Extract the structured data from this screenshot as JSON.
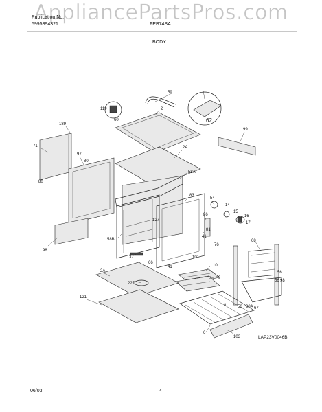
{
  "watermark": "AppliancePartsPros.com",
  "header": {
    "left_line1": "Publication No.",
    "left_line2": "5995394321",
    "right_line1": "FEB74SA",
    "section_title": "BODY"
  },
  "footer": {
    "date": "06/03",
    "page_number": "4",
    "drawing_code": "LAP23V0046B"
  },
  "callouts": {
    "c59": "59",
    "c2": "2",
    "c119": "119",
    "c60": "60",
    "c62": "62",
    "c189": "189",
    "c99": "99",
    "c71": "71",
    "c97": "97",
    "c80a": "80",
    "c80b": "80",
    "c2A_top": "2A",
    "c58A": "58A",
    "c83": "83",
    "c54": "54",
    "c14": "14",
    "c15": "15",
    "c16": "16",
    "c17": "17",
    "c96": "96",
    "c127": "127",
    "c81": "81",
    "c41a": "41",
    "c76": "76",
    "c98a": "98",
    "c58B": "58B",
    "c37": "37",
    "c66": "66",
    "c41b": "41",
    "c101": "101",
    "c68": "68",
    "c10": "10",
    "c9": "9",
    "c56a": "56",
    "c98b": "98",
    "c2A_bottom": "2A",
    "c227": "227",
    "c121": "121",
    "c56b": "56",
    "c56c": "56",
    "c98A": "98A",
    "c67": "67",
    "c8": "8",
    "c103": "103",
    "c6": "6"
  }
}
